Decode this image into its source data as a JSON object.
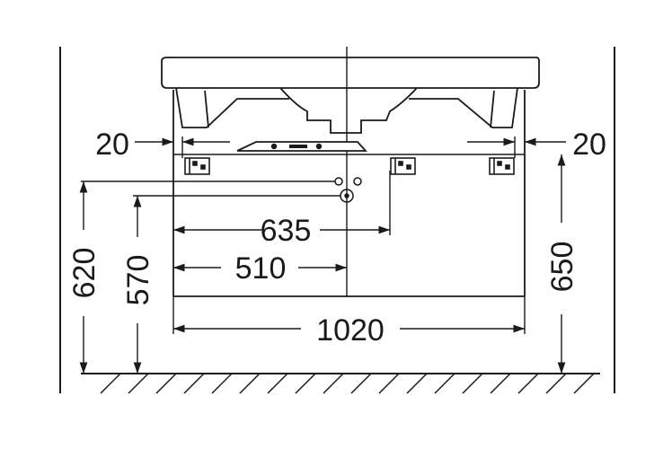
{
  "drawing": {
    "dim_left_offset": "20",
    "dim_right_offset": "20",
    "dim_width_635": "635",
    "dim_width_510": "510",
    "dim_total_width": "1020",
    "dim_height_620": "620",
    "dim_height_570": "570",
    "dim_height_650": "650"
  },
  "colors": {
    "line": "#1a1a1a",
    "background": "#ffffff"
  }
}
